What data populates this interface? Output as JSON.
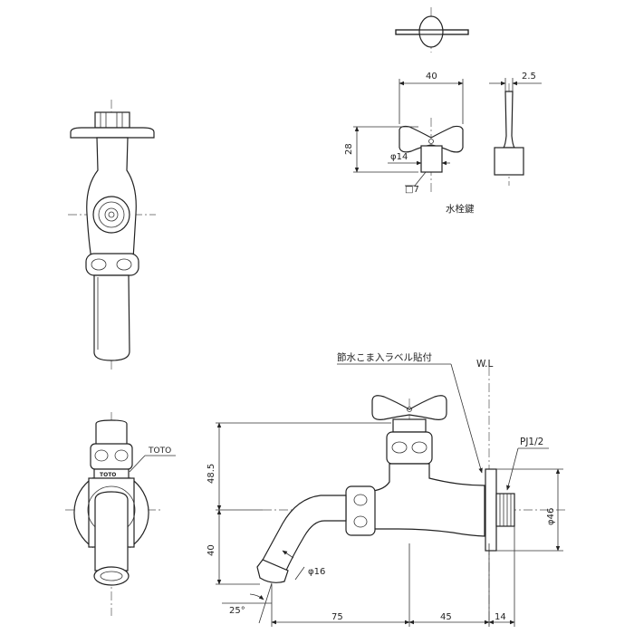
{
  "labels": {
    "key_name": "水栓鍵",
    "sticker_note": "節水こま入ラベル貼付",
    "water_level": "W.L",
    "thread": "PJ1/2",
    "brand": "TOTO",
    "brand_small": "TOTO"
  },
  "dimensions": {
    "key_width": "40",
    "key_thickness": "2.5",
    "key_height": "28",
    "key_shaft_dia": "φ14",
    "key_square": "□7",
    "height_upper": "48.5",
    "height_lower": "40",
    "spout_dia": "φ16",
    "spout_angle": "25°",
    "length_spout": "75",
    "length_body": "45",
    "length_thread": "14",
    "flange_dia": "φ46"
  },
  "colors": {
    "line": "#222222",
    "background": "#ffffff"
  }
}
